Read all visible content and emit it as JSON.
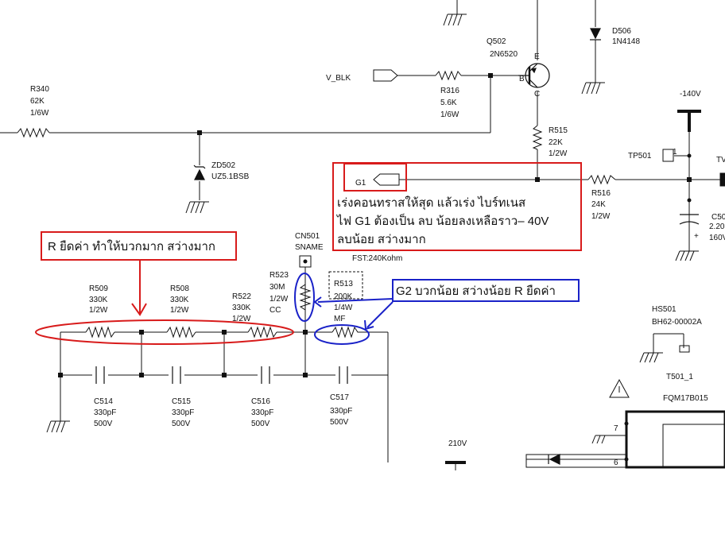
{
  "components": {
    "q502": {
      "ref": "Q502",
      "part": "2N6520",
      "pin_e": "E",
      "pin_b": "B",
      "pin_c": "C"
    },
    "d506": {
      "ref": "D506",
      "part": "1N4148"
    },
    "r340": {
      "ref": "R340",
      "value": "62K",
      "power": "1/6W"
    },
    "r316": {
      "ref": "R316",
      "value": "5.6K",
      "power": "1/6W"
    },
    "r515": {
      "ref": "R515",
      "value": "22K",
      "power": "1/2W"
    },
    "r516": {
      "ref": "R516",
      "value": "24K",
      "power": "1/2W"
    },
    "zd502": {
      "ref": "ZD502",
      "part": "UZ5.1BSB"
    },
    "tp501": {
      "ref": "TP501",
      "pin": "1"
    },
    "cn501": {
      "ref": "CN501",
      "name": "SNAME"
    },
    "r509": {
      "ref": "R509",
      "value": "330K",
      "power": "1/2W"
    },
    "r508": {
      "ref": "R508",
      "value": "330K",
      "power": "1/2W"
    },
    "r522": {
      "ref": "R522",
      "value": "330K",
      "power": "1/2W"
    },
    "r523": {
      "ref": "R523",
      "value": "30M",
      "power": "1/2W",
      "type": "CC"
    },
    "r513": {
      "ref": "R513",
      "value": "200K",
      "power": "1/4W",
      "type": "MF"
    },
    "c514": {
      "ref": "C514",
      "value": "330pF",
      "voltage": "500V"
    },
    "c515": {
      "ref": "C515",
      "value": "330pF",
      "voltage": "500V"
    },
    "c516": {
      "ref": "C516",
      "value": "330pF",
      "voltage": "500V"
    },
    "c517": {
      "ref": "C517",
      "value": "330pF",
      "voltage": "500V"
    },
    "hs501": {
      "ref": "HS501",
      "part": "BH62-00002A"
    },
    "t501": {
      "ref": "T501_1",
      "part": "FQM17B015",
      "pin7": "7",
      "pin6": "6"
    },
    "c50x": {
      "ref": "C50",
      "value": "2.20",
      "voltage": "160V",
      "plus": "+"
    }
  },
  "nets": {
    "v_blk": "V_BLK",
    "g1": "G1",
    "minus140": "-140V",
    "v210": "210V",
    "tv_partial": "TV",
    "fst": "FST:240Kohm"
  },
  "annotations": {
    "red_box_r": "R ยืดค่า ทำให้บวกมาก สว่างมาก",
    "red_box_g1": [
      "เร่งคอนทราสให้สุด  แล้วเร่ง ไบร์ทเนส",
      "ไฟ G1 ต้องเป็น ลบ น้อยลงเหลือราว– 40V",
      "ลบน้อย สว่างมาก"
    ],
    "blue_box_g2": "G2 บวกน้อย สว่างน้อย R ยืดค่า"
  },
  "colors": {
    "wire": "#111111",
    "red": "#d81b1b",
    "blue": "#1a22c8"
  }
}
